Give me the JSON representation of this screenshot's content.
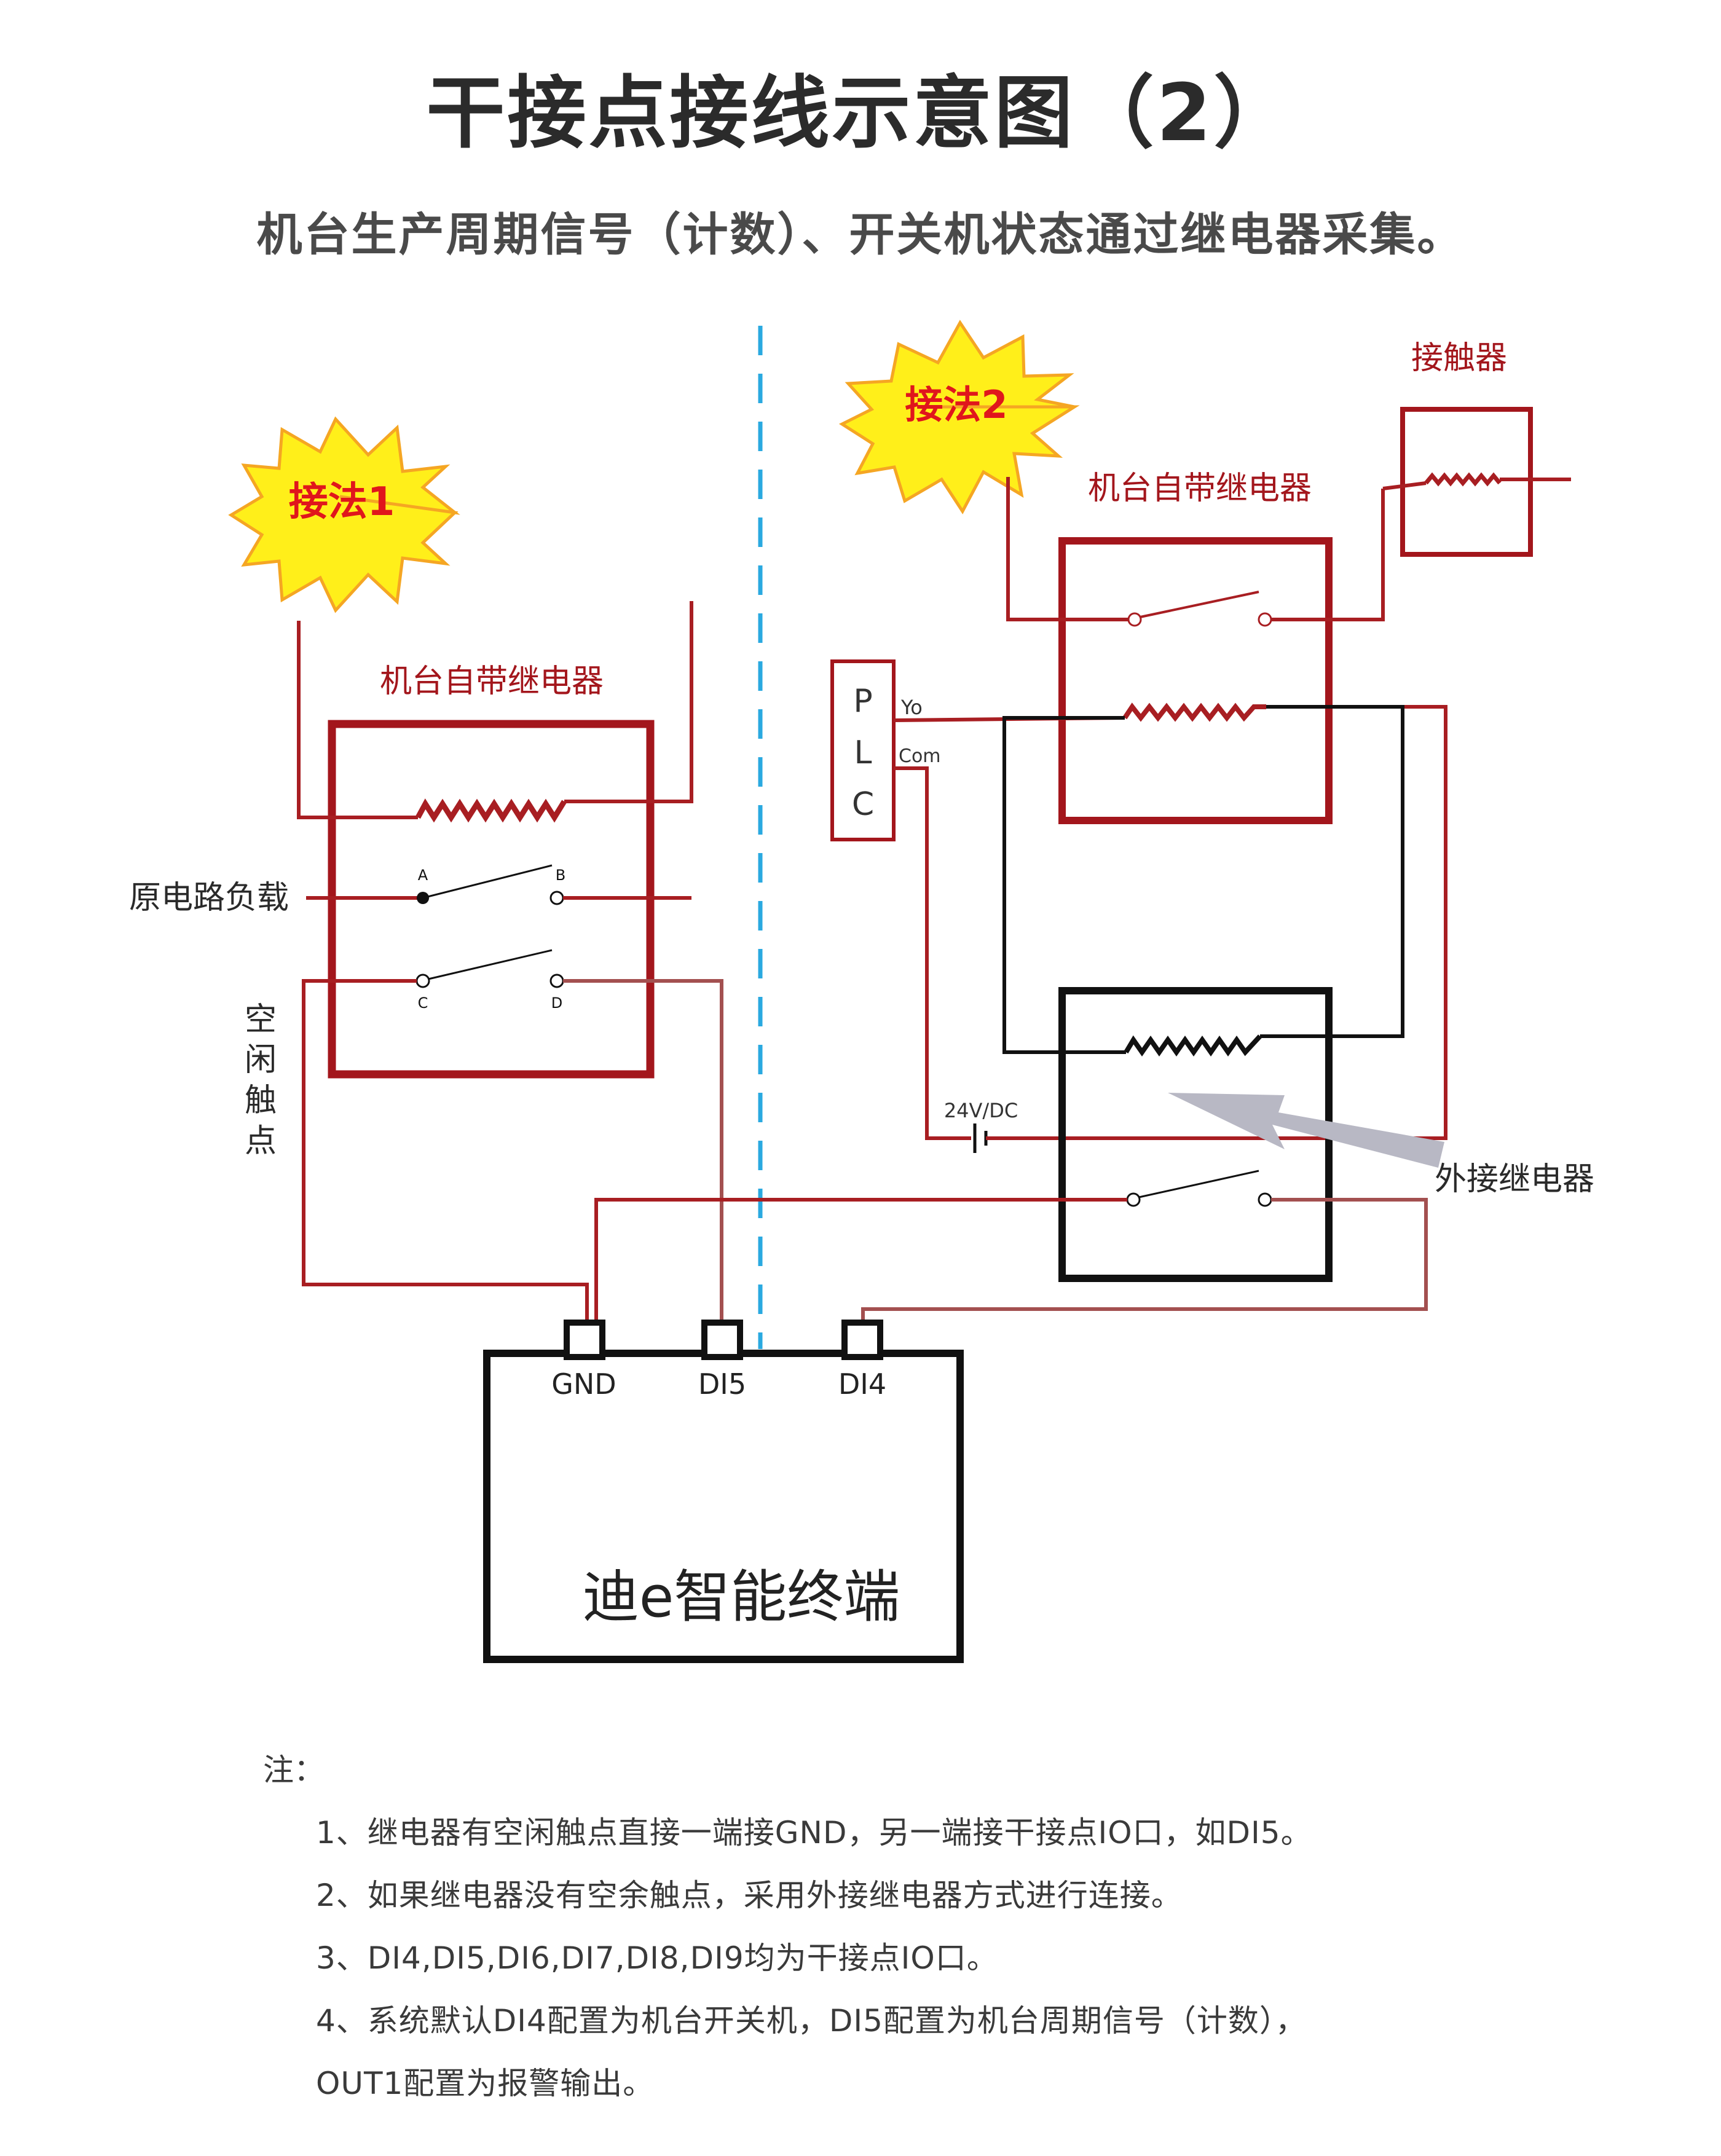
{
  "title": "干接点接线示意图（2）",
  "subtitle": "机台生产周期信号（计数）、开关机状态通过继电器采集。",
  "method1": {
    "badge": "接法1",
    "relay_label": "机台自带继电器",
    "load_label": "原电路负载",
    "idle_contact_label": [
      "空",
      "闲",
      "触",
      "点"
    ],
    "terminals": {
      "a": "A",
      "b": "B",
      "c": "C",
      "d": "D"
    }
  },
  "method2": {
    "badge": "接法2",
    "relay_label": "机台自带继电器",
    "contactor_label": "接触器",
    "plc": {
      "letters": [
        "P",
        "L",
        "C"
      ],
      "yo": "Yo",
      "com": "Com"
    },
    "power_label": "24V/DC",
    "external_relay_label": "外接继电器"
  },
  "terminal": {
    "name": "迪e智能终端",
    "ports": [
      "GND",
      "DI5",
      "DI4"
    ]
  },
  "notes": {
    "heading": "注：",
    "lines": [
      "1、继电器有空闲触点直接一端接GND，另一端接干接点IO口，如DI5。",
      "2、如果继电器没有空余触点，采用外接继电器方式进行连接。",
      "3、DI4,DI5,DI6,DI7,DI8,DI9均为干接点IO口。",
      "4、系统默认DI4配置为机台开关机，DI5配置为机台周期信号（计数），",
      "OUT1配置为报警输出。"
    ]
  },
  "colors": {
    "red": "#a3161c",
    "wire_red": "#a81e22",
    "wire_pink": "#a35050",
    "black": "#111111",
    "divider": "#2aa9e0",
    "badge_fill": "#ffef1a",
    "badge_stroke": "#f5a623",
    "badge_text": "#e0161c",
    "arrow": "#b8b8c4"
  }
}
